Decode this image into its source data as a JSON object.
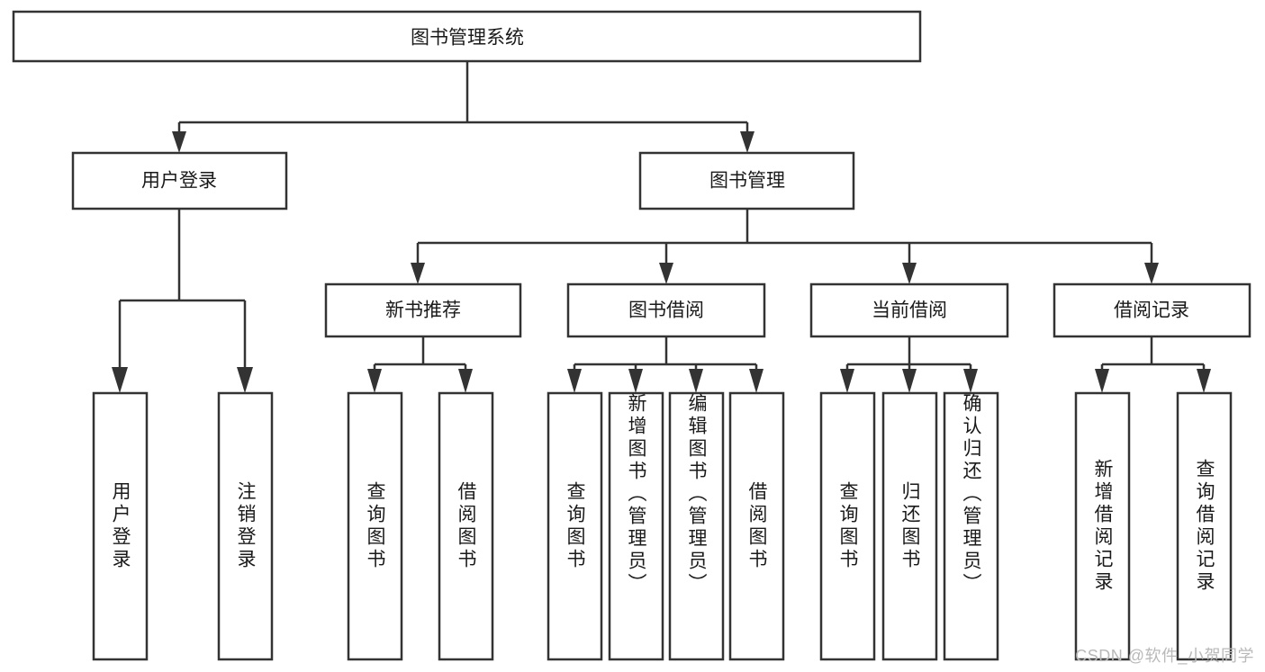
{
  "diagram": {
    "type": "tree-hierarchy",
    "title_node": {
      "label": "图书管理系统"
    },
    "level1": [
      {
        "label": "用户登录"
      },
      {
        "label": "图书管理"
      }
    ],
    "level2": [
      {
        "label": "新书推荐"
      },
      {
        "label": "图书借阅"
      },
      {
        "label": "当前借阅"
      },
      {
        "label": "借阅记录"
      }
    ],
    "leaves": {
      "user_login": [
        {
          "label": "用户登录"
        },
        {
          "label": "注销登录"
        }
      ],
      "new_book_recommend": [
        {
          "label": "查询图书"
        },
        {
          "label": "借阅图书"
        }
      ],
      "book_borrow": [
        {
          "label": "查询图书"
        },
        {
          "label": "新增图书（管理员）"
        },
        {
          "label": "编辑图书（管理员）"
        },
        {
          "label": "借阅图书"
        }
      ],
      "current_borrow": [
        {
          "label": "查询图书"
        },
        {
          "label": "归还图书"
        },
        {
          "label": "确认归还（管理员）"
        }
      ],
      "borrow_record": [
        {
          "label": "新增借阅记录"
        },
        {
          "label": "查询借阅记录"
        }
      ]
    }
  },
  "watermark": {
    "text": "CSDN @软件_小贺同学"
  },
  "colors": {
    "stroke": "#333333",
    "box_fill": "#ffffff",
    "text": "#1a1a1a",
    "watermark": "#b9b9b9",
    "background": "#ffffff"
  }
}
